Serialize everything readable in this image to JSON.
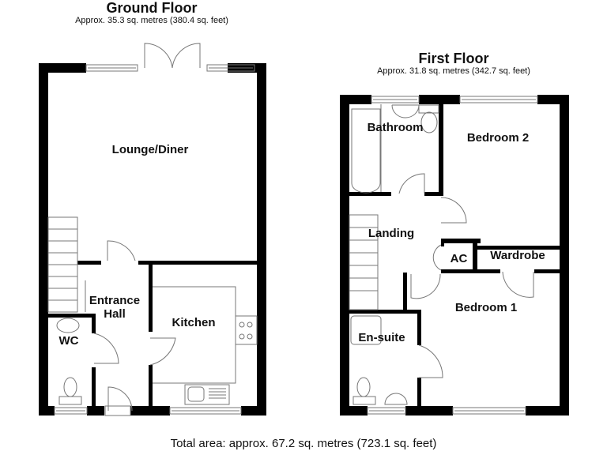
{
  "ground_floor": {
    "title": "Ground Floor",
    "area": "Approx. 35.3 sq. metres (380.4 sq. feet)",
    "rooms": [
      {
        "name": "Lounge/Diner"
      },
      {
        "name": "Entrance Hall"
      },
      {
        "name": "Kitchen"
      },
      {
        "name": "WC"
      }
    ]
  },
  "first_floor": {
    "title": "First Floor",
    "area": "Approx. 31.8 sq. metres (342.7 sq. feet)",
    "rooms": [
      {
        "name": "Bathroom"
      },
      {
        "name": "Bedroom 2"
      },
      {
        "name": "Landing"
      },
      {
        "name": "AC"
      },
      {
        "name": "Wardrobe"
      },
      {
        "name": "Bedroom 1"
      },
      {
        "name": "En-suite"
      }
    ]
  },
  "footer": {
    "total_area": "Total area: approx. 67.2 sq. metres (723.1 sq. feet)"
  },
  "colors": {
    "wall": "#000000",
    "fixture": "#888888",
    "background": "#ffffff"
  }
}
